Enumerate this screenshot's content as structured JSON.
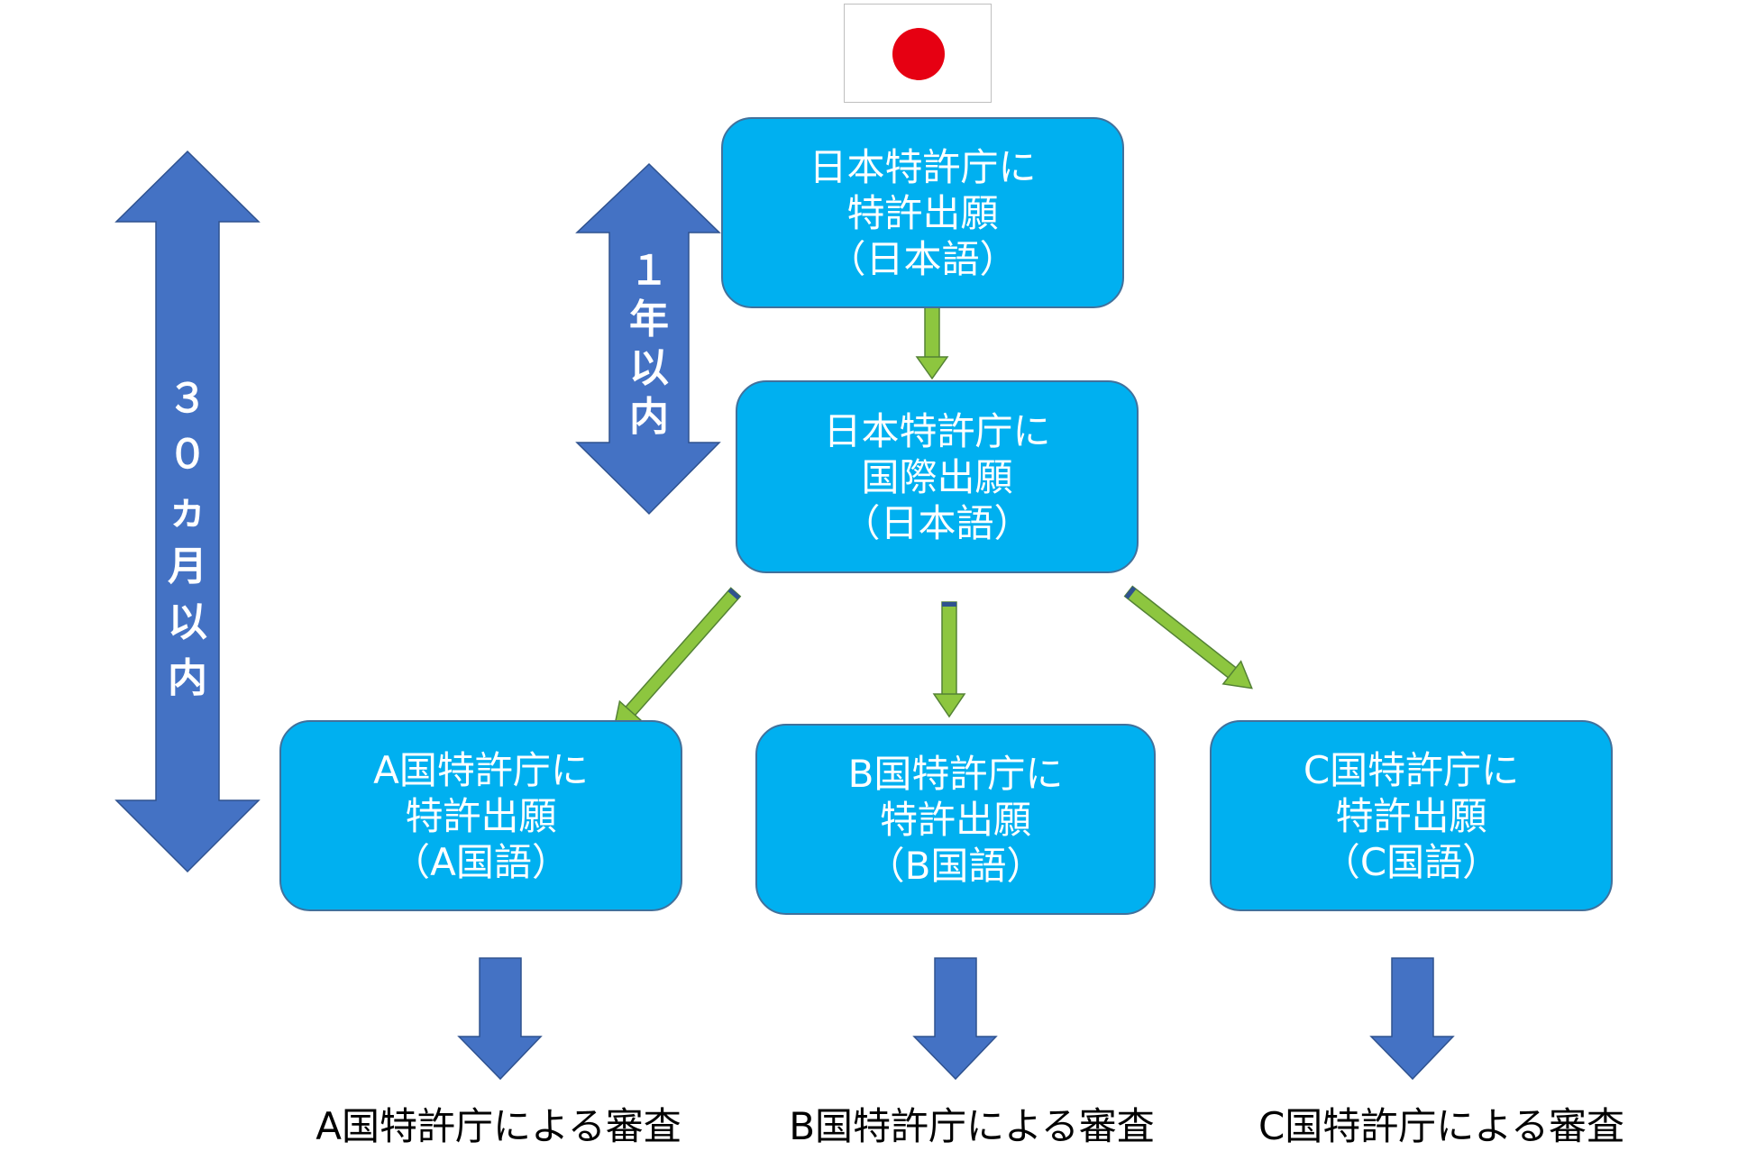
{
  "colors": {
    "box_fill": "#00b0f0",
    "box_border": "#41719c",
    "arrow_blue": "#4472c4",
    "arrow_green": "#8dc63f",
    "flag_red": "#e60012"
  },
  "flag": {
    "icon": "japan-flag-icon"
  },
  "top_box": [
    "日本特許庁に",
    "特許出願",
    "（日本語）"
  ],
  "intl_box": [
    "日本特許庁に",
    "国際出願",
    "（日本語）"
  ],
  "country_boxes": [
    [
      "A国特許庁に",
      "特許出願",
      "（A国語）"
    ],
    [
      "B国特許庁に",
      "特許出願",
      "（B国語）"
    ],
    [
      "C国特許庁に",
      "特許出願",
      "（C国語）"
    ]
  ],
  "results": [
    "A国特許庁による審査",
    "B国特許庁による審査",
    "C国特許庁による審査"
  ],
  "period_short": [
    "１",
    "年",
    "以",
    "内"
  ],
  "period_long": [
    "３",
    "０",
    "ヵ",
    "月",
    "以",
    "内"
  ]
}
